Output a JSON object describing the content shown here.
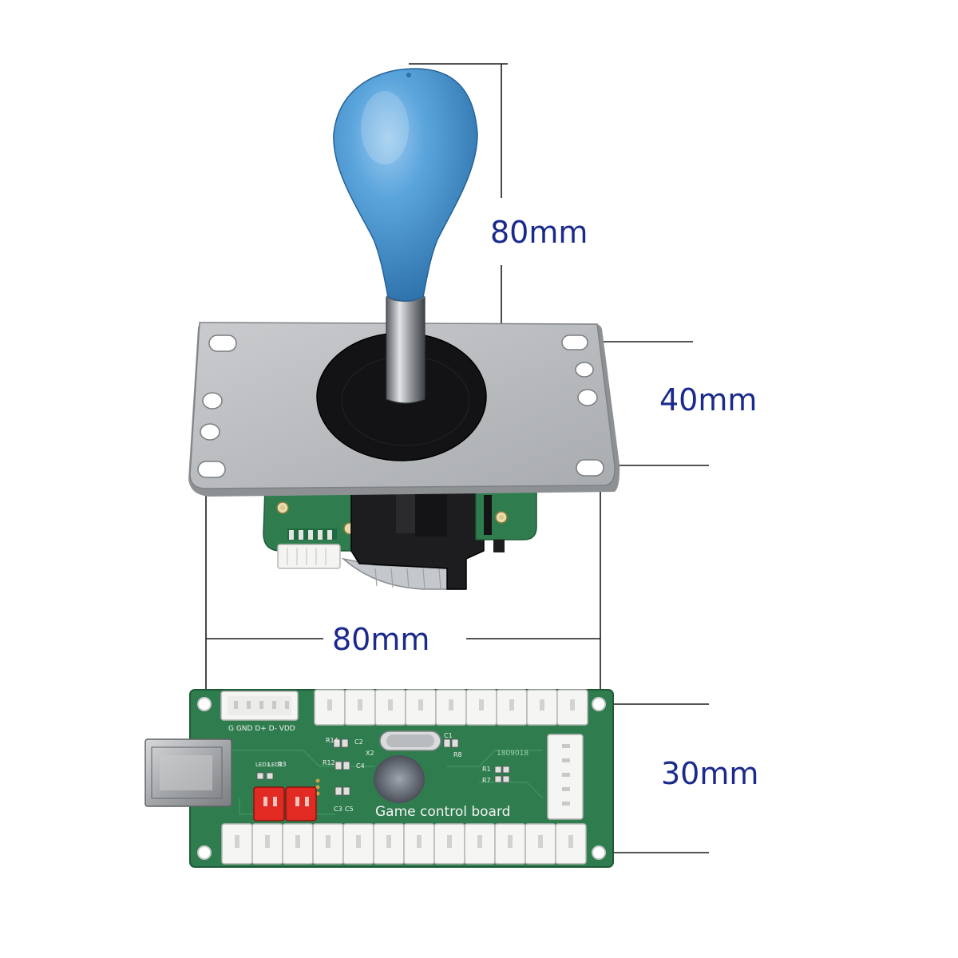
{
  "dimensions": {
    "stick_height": "80mm",
    "plate_height": "40mm",
    "plate_width": "80mm",
    "board_height": "30mm"
  },
  "board": {
    "title": "Game control board",
    "pin_labels": "G  GND D+  D- VDD",
    "part_code": "1809018",
    "designators": {
      "r14": "R14",
      "c2": "C2",
      "x2": "X2",
      "r12": "R12",
      "c4": "C4",
      "c3": "C3",
      "c5": "C5",
      "led1": "LED1",
      "led2": "LED2",
      "r3": "R3",
      "c1": "C1",
      "r8": "R8",
      "r1": "R1",
      "r7": "R7"
    }
  },
  "colors": {
    "ball_top": "#4a9ad8",
    "plate": "#b8bbbe",
    "pcb": "#2f7d4f",
    "dimension_text": "#1a2a8c"
  }
}
